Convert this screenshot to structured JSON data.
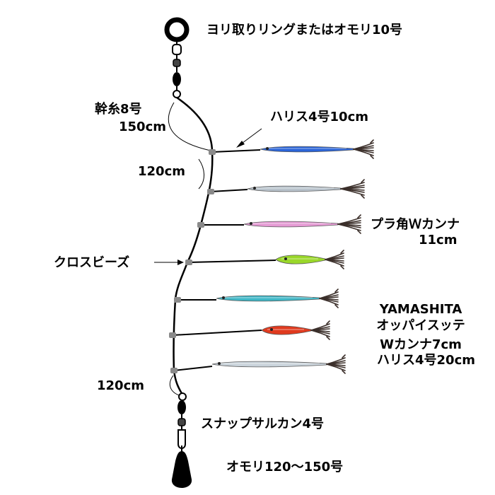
{
  "labels": {
    "top_ring": "ヨリ取りリングまたはオモリ10号",
    "main_line": "幹糸8号",
    "main_line_length": "150cm",
    "leader": "ハリス4号10cm",
    "spacing_upper": "120cm",
    "lure_plastic": "プラ角Ｗカンナ",
    "lure_plastic_size": "11cm",
    "cross_beads": "クロスビーズ",
    "brand": "YAMASHITA",
    "lure_oppai": "オッパイスッテ",
    "lure_oppai_spec": "Wカンナ7cm",
    "leader_lower": "ハリス4号20cm",
    "spacing_lower": "120cm",
    "snap": "スナップサルカン4号",
    "sinker": "オモリ120〜150号"
  },
  "colors": {
    "line": "#000000",
    "bead": "#8a8a8a",
    "lure_blue": "#2a64d8",
    "lure_silver": "#b9c3cc",
    "lure_pink": "#e59ad4",
    "lure_green": "#9ad82a",
    "lure_cyan": "#3fb7c6",
    "lure_red": "#e03a1e",
    "lure_clear": "#c9d3db",
    "tentacle": "#3b2f2a"
  },
  "lures": [
    {
      "icon": "blue-squid-jig-icon",
      "color": "#2a64d8",
      "body": "long"
    },
    {
      "icon": "silver-squid-jig-icon",
      "color": "#b9c3cc",
      "body": "long"
    },
    {
      "icon": "pink-squid-jig-icon",
      "color": "#e59ad4",
      "body": "long"
    },
    {
      "icon": "green-squid-jig-icon",
      "color": "#9ad82a",
      "body": "short"
    },
    {
      "icon": "cyan-squid-jig-icon",
      "color": "#3fb7c6",
      "body": "long"
    },
    {
      "icon": "red-squid-jig-icon",
      "color": "#e03a1e",
      "body": "short"
    },
    {
      "icon": "clear-squid-jig-icon",
      "color": "#c9d3db",
      "body": "long"
    }
  ]
}
